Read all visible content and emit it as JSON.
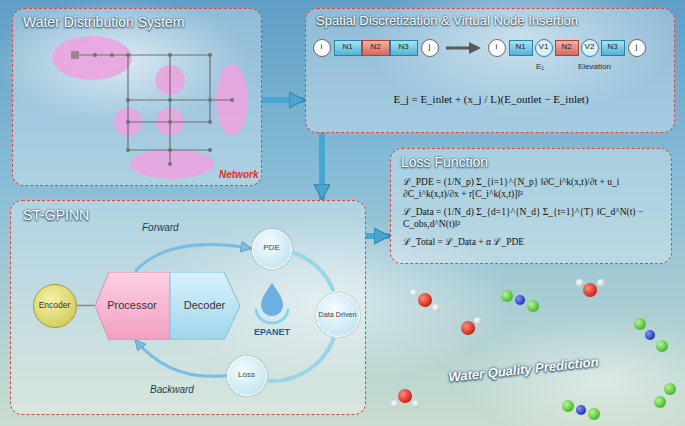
{
  "diagram": {
    "nodes": [
      {
        "text": [
          "Water Distribution System",
          "Network"
        ]
      },
      {
        "text": [
          "Spatial Discretization & Virtual Node Insertion",
          "E_j = E_inlet + (x_j / L)(E_outlet − E_inlet)"
        ]
      },
      {
        "text": [
          "i"
        ],
        "in": 1
      },
      {
        "text": [
          "N1"
        ],
        "in": 1
      },
      {
        "text": [
          "N2"
        ],
        "in": 1
      },
      {
        "text": [
          "N3"
        ],
        "in": 1
      },
      {
        "text": [
          "j"
        ],
        "in": 1
      },
      {
        "text": [
          "i"
        ],
        "in": 1
      },
      {
        "text": [
          "N1"
        ],
        "in": 1
      },
      {
        "text": [
          "V1"
        ],
        "in": 1
      },
      {
        "text": [
          "N2"
        ],
        "in": 1
      },
      {
        "text": [
          "V2"
        ],
        "in": 1
      },
      {
        "text": [
          "N3"
        ],
        "in": 1
      },
      {
        "text": [
          "j"
        ],
        "in": 1
      },
      {
        "text": [
          "Loss Function",
          "ℒ_PDE = (1/N_p) Σ_{i=1}^{N_p} ‖∂C_i^k(x,t)/∂t + u_i ∂C_i^k(x,t)/∂x + r[C_i^k(x,t)]‖²",
          "ℒ_Data = (1/N_d) Σ_{d=1}^{N_d} Σ_{t=1}^{T} ‖C_d^N(t) − C_obs,d^N(t)‖²",
          "ℒ_Total = ℒ_Data + α ℒ_PDE"
        ]
      },
      {
        "text": [
          "ST-GPINN"
        ]
      },
      {
        "text": [
          "Encoder"
        ],
        "in": 15
      },
      {
        "text": [
          "Processor"
        ],
        "in": 15
      },
      {
        "text": [
          "Decoder"
        ],
        "in": 15
      },
      {
        "text": [
          "PDE"
        ],
        "in": 15
      },
      {
        "text": [
          "Data Driven"
        ],
        "in": 15
      },
      {
        "text": [
          "Loss"
        ],
        "in": 15
      }
    ],
    "edges": [
      {
        "from": 0,
        "to": 1,
        "arrow": "to"
      },
      {
        "from": 1,
        "to": 15,
        "arrow": "to"
      },
      {
        "from": 15,
        "to": 14,
        "arrow": "to"
      },
      {
        "from": 16,
        "to": 17,
        "arrow": "none"
      },
      {
        "from": 17,
        "to": 19,
        "label": "Forward",
        "arrow": "to"
      },
      {
        "from": 19,
        "to": 20,
        "arrow": "none"
      },
      {
        "from": 20,
        "to": 21,
        "arrow": "none"
      },
      {
        "from": 21,
        "to": 17,
        "label": "Backward",
        "arrow": "to"
      }
    ],
    "labels": [
      "E₁",
      "Elevation",
      "EPANET",
      "Water Quality Prediction"
    ]
  }
}
